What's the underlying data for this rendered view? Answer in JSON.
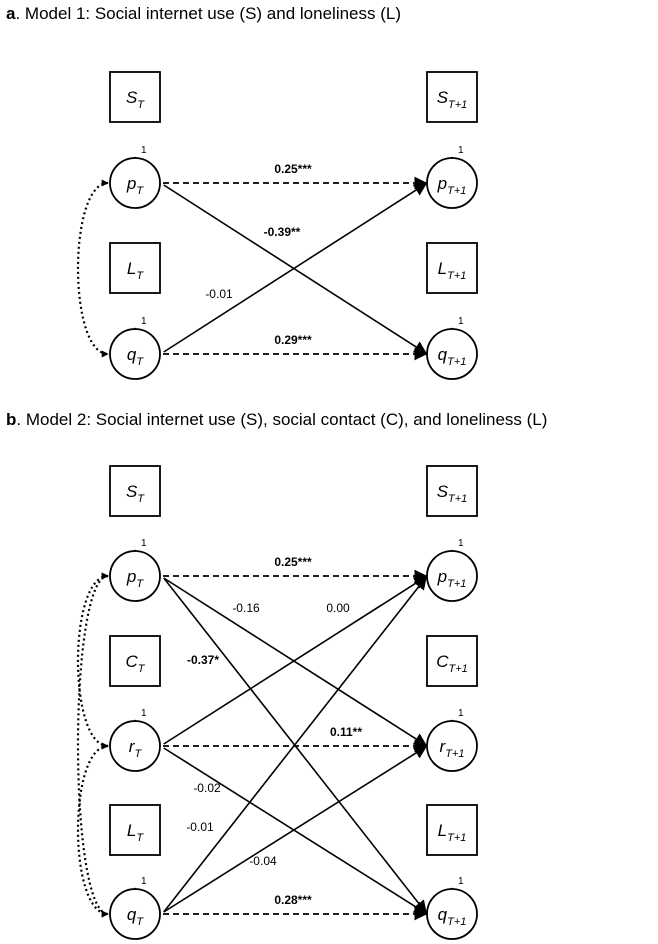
{
  "model_a": {
    "letter": "a",
    "title": ". Model 1: Social internet use (S) and loneliness (L)",
    "nodes": {
      "S_T": {
        "main": "S",
        "sub": "T"
      },
      "L_T": {
        "main": "L",
        "sub": "T"
      },
      "p_T": {
        "main": "p",
        "sub": "T"
      },
      "q_T": {
        "main": "q",
        "sub": "T"
      },
      "S_T1": {
        "main": "S",
        "sub": "T+1"
      },
      "L_T1": {
        "main": "L",
        "sub": "T+1"
      },
      "p_T1": {
        "main": "p",
        "sub": "T+1"
      },
      "q_T1": {
        "main": "q",
        "sub": "T+1"
      }
    },
    "loading": "1",
    "coefficients": {
      "p_p": "0.25***",
      "p_q": "-0.39**",
      "q_p": "-0.01",
      "q_q": "0.29***"
    }
  },
  "model_b": {
    "letter": "b",
    "title": ". Model 2: Social internet use (S), social contact (C), and loneliness (L)",
    "nodes": {
      "S_T": {
        "main": "S",
        "sub": "T"
      },
      "C_T": {
        "main": "C",
        "sub": "T"
      },
      "L_T": {
        "main": "L",
        "sub": "T"
      },
      "p_T": {
        "main": "p",
        "sub": "T"
      },
      "r_T": {
        "main": "r",
        "sub": "T"
      },
      "q_T": {
        "main": "q",
        "sub": "T"
      },
      "S_T1": {
        "main": "S",
        "sub": "T+1"
      },
      "C_T1": {
        "main": "C",
        "sub": "T+1"
      },
      "L_T1": {
        "main": "L",
        "sub": "T+1"
      },
      "p_T1": {
        "main": "p",
        "sub": "T+1"
      },
      "r_T1": {
        "main": "r",
        "sub": "T+1"
      },
      "q_T1": {
        "main": "q",
        "sub": "T+1"
      }
    },
    "loading": "1",
    "coefficients": {
      "p_p": "0.25***",
      "p_r": "-0.16",
      "r_p": "0.00",
      "p_q": "-0.37*",
      "r_r": "0.11**",
      "r_q": "-0.02",
      "q_p": "-0.01",
      "q_r": "-0.04",
      "q_q": "0.28***"
    }
  }
}
